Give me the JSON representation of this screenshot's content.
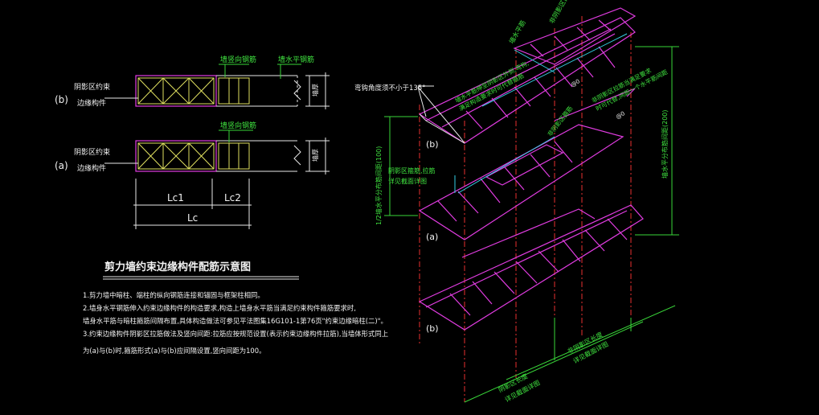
{
  "title": "剪力墙约束边缘构件配筋示意图",
  "notes": [
    "1.剪力墙中暗柱、端柱的纵向钢筋连接和锚固与框架柱相同。",
    "2.墙身水平钢筋伸入约束边缘构件的构造要求,构造上墙身水平筋当满足约束构件箍筋要求时,",
    "墙身水平筋与暗柱箍筋间隔布置,具体构造做法可参见平法图集16G101-1第76页\"约束边缘暗柱(二)\"。",
    "3.约束边缘构件阴影区拉筋做法及竖向间距:拉筋应按规范设置(表示约束边缘构件拉筋),当墙体形式同上",
    "为(a)与(b)时,箍筋形式(a)与(b)应间隔设置,竖向间距为100。"
  ],
  "left_section": {
    "label_b": "(b)",
    "label_a": "(a)",
    "zone_name_b": [
      "阴影区约束",
      "边缘构件"
    ],
    "zone_name_a": [
      "阴影区约束",
      "边缘构件"
    ],
    "top_label_1": "墙竖向钢筋",
    "top_label_2": "墙水平钢筋",
    "mid_label": "墙竖向钢筋",
    "wall_thickness": "墙厚",
    "dim_lc1": "Lc1",
    "dim_lc2": "Lc2",
    "dim_lc": "Lc"
  },
  "iso_section": {
    "hook_note": "弯钩角度须不小于135°",
    "label_b_top": "(b)",
    "label_a": "(a)",
    "label_b_bottom": "(b)",
    "note_top_1": [
      "墙水平筋伸至阴影区外侧,弯钩,",
      "满足构造要求时可代替箍筋"
    ],
    "note_top_2": "墙水平筋",
    "note_top_3": "非阴影区箍筋",
    "note_top_4": [
      "非阴影区拉筋当满足要求",
      "时可代替,间距一个水平筋间距"
    ],
    "note_mid_1": [
      "阴影区箍筋,拉筋",
      "详见截面详图"
    ],
    "note_mid_2": "非阴影区箍筋",
    "dim_left": "1/2墙水平分布筋间距(100)",
    "dim_right": "墙水平分布筋间距(200)",
    "dim_bottom_1": [
      "阴影区长度",
      "详见截面详图"
    ],
    "dim_bottom_2": [
      "非阴影区长度",
      "详见截面详图"
    ],
    "spacing_1": "@0",
    "spacing_2": "@0"
  }
}
